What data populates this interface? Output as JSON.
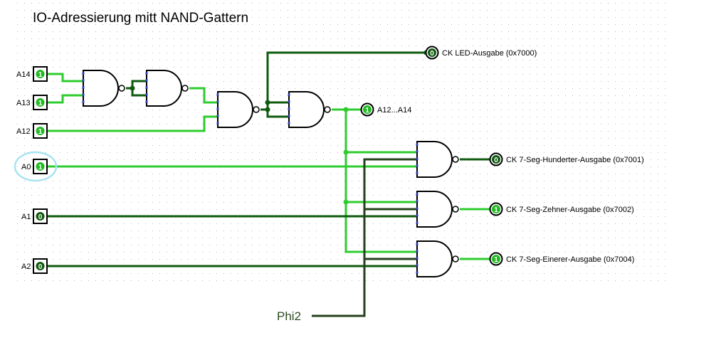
{
  "title": "IO-Adressierung mitt NAND-Gattern",
  "inputs": [
    {
      "label": "A14",
      "value": "1"
    },
    {
      "label": "A13",
      "value": "1"
    },
    {
      "label": "A12",
      "value": "1"
    },
    {
      "label": "A0",
      "value": "1",
      "selected": true
    },
    {
      "label": "A1",
      "value": "0"
    },
    {
      "label": "A2",
      "value": "0"
    }
  ],
  "outputs": [
    {
      "label": "CK LED-Ausgabe (0x7000)",
      "value": "0"
    },
    {
      "label": "A12...A14",
      "value": "1"
    },
    {
      "label": "CK 7-Seg-Hunderter-Ausgabe (0x7001)",
      "value": "0"
    },
    {
      "label": "CK 7-Seg-Zehner-Ausgabe (0x7002)",
      "value": "1"
    },
    {
      "label": "CK 7-Seg-Einerer-Ausgabe (0x7004)",
      "value": "1"
    }
  ],
  "clock_label": "Phi2",
  "colors": {
    "wire_high": "#2ecc2e",
    "wire_low": "#0f5a0f",
    "wire_clock": "#24401c",
    "selection_halo": "#a8e4f0"
  }
}
